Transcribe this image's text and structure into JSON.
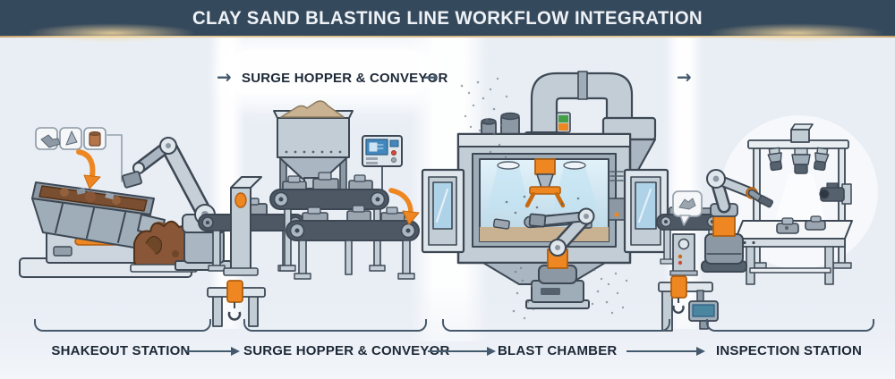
{
  "header": {
    "title": "CLAY SAND BLASTING LINE WORKFLOW INTEGRATION"
  },
  "top_flow": {
    "label": "SURGE HOPPER & CONVEYOR",
    "arrows": [
      "→",
      "→",
      "→"
    ]
  },
  "workflow": {
    "stations": [
      {
        "label": "SHAKEOUT STATION"
      },
      {
        "label": "SURGE HOPPER & CONVEYOR"
      },
      {
        "label": "BLAST CHAMBER"
      },
      {
        "label": "INSPECTION STATION"
      }
    ]
  },
  "colors": {
    "header_bg": "#35495c",
    "header_text": "#eef2f6",
    "gold_accent": "#d9bb8a",
    "canvas_bg": "#e9eef5",
    "outline": "#3d4854",
    "label_text": "#1d2836",
    "flow_arrow": "#44596d",
    "machine_orange": "#ee8722",
    "sand_brown": "#92603c",
    "hopper_sand": "#c9b291",
    "screen_blue": "#4388bd",
    "chamber_interior": "#d6ebf5",
    "status_green": "#43a047",
    "status_red": "#d04a3a"
  }
}
